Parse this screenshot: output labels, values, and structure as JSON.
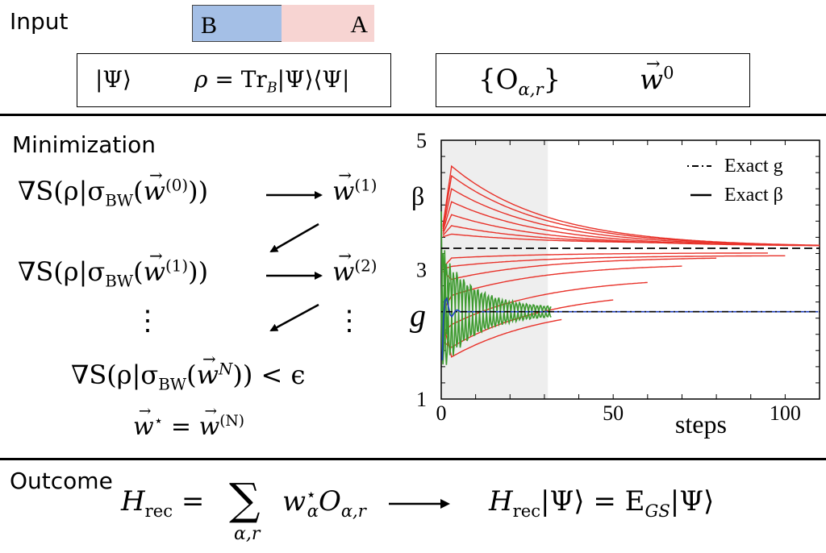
{
  "input": {
    "heading": "Input",
    "partition_b": "B",
    "partition_a": "A",
    "state_psi": "|Ψ⟩",
    "rho_lhs": "ρ",
    "rho_eq": "=",
    "rho_tr": "Tr",
    "rho_tr_sub": "B",
    "rho_rhs": "|Ψ⟩⟨Ψ|",
    "ops_open": "{O",
    "ops_sub": "α,r",
    "ops_close": "}",
    "w0_base": "w",
    "w0_sup": "0"
  },
  "minimization": {
    "heading": "Minimization",
    "row1_lhs": "∇S(ρ|σ",
    "row1_bw": "BW",
    "row1_w": "w",
    "row1_w_sup": "(0)",
    "row1_close": "))",
    "row1_out": "w",
    "row1_out_sup": "(1)",
    "row2_lhs": "∇S(ρ|σ",
    "row2_bw": "BW",
    "row2_w": "w",
    "row2_w_sup": "(1)",
    "row2_close": "))",
    "row2_out": "w",
    "row2_out_sup": "(2)",
    "vdots": "⋮",
    "rowN_lhs": "∇S(ρ|σ",
    "rowN_bw": "BW",
    "rowN_w": "w",
    "rowN_w_sup": "N",
    "rowN_close": ")) < ϵ",
    "final_w": "w",
    "final_star": "⋆",
    "final_eq": "=",
    "final_rhs": "w",
    "final_rhs_sup": "(N)"
  },
  "outcome": {
    "heading": "Outcome",
    "h": "H",
    "h_sub": "rec",
    "eq": "=",
    "sum": "∑",
    "sum_sub": "α,r",
    "term_w": "w",
    "term_sup": "⋆",
    "term_sub": "α",
    "term_o": "O",
    "term_o_sub": "α,r",
    "rhs_h": "H",
    "rhs_h_sub": "rec",
    "rhs_mid": "|Ψ⟩ = E",
    "rhs_e_sub": "GS",
    "rhs_end": "|Ψ⟩"
  },
  "chart_data": {
    "type": "line",
    "xlabel": "steps",
    "ylabel_beta": "β",
    "ylabel_g": "g",
    "xlim": [
      0,
      110
    ],
    "ylim": [
      1,
      5
    ],
    "xticks": [
      0,
      50,
      100
    ],
    "yticks": [
      1,
      3,
      5
    ],
    "shaded_region": [
      0,
      31
    ],
    "exact_beta": 3.33,
    "exact_g": 2.35,
    "legend_g": "Exact g",
    "legend_beta": "Exact β",
    "legend_position": "top-right",
    "colors": {
      "beta": "#e8322a",
      "g_green": "#3c9a2e",
      "g_blue": "#1f3fbf",
      "shade": "#eeeeee",
      "exact": "#000000"
    },
    "beta_curves": [
      {
        "start": 3.5,
        "peak": 4.6,
        "end": 3.35,
        "last": 110
      },
      {
        "start": 3.5,
        "peak": 4.45,
        "end": 3.35,
        "last": 110
      },
      {
        "start": 3.5,
        "peak": 4.25,
        "end": 3.35,
        "last": 93
      },
      {
        "start": 3.5,
        "peak": 4.05,
        "end": 3.35,
        "last": 78
      },
      {
        "start": 3.5,
        "peak": 3.85,
        "end": 3.36,
        "last": 110
      },
      {
        "start": 3.5,
        "peak": 3.68,
        "end": 3.38,
        "last": 72
      },
      {
        "start": 3.5,
        "peak": 3.55,
        "end": 3.4,
        "last": 62
      },
      {
        "start": 3.0,
        "peak": 3.18,
        "end": 3.26,
        "last": 95
      },
      {
        "start": 3.0,
        "peak": 3.05,
        "end": 3.22,
        "last": 100
      },
      {
        "start": 3.0,
        "peak": 2.85,
        "end": 3.2,
        "last": 80
      },
      {
        "start": 2.3,
        "peak": 2.6,
        "end": 3.1,
        "last": 70
      },
      {
        "start": 2.0,
        "peak": 2.15,
        "end": 2.9,
        "last": 60
      },
      {
        "start": 1.9,
        "peak": 1.8,
        "end": 2.7,
        "last": 50
      },
      {
        "start": 2.3,
        "peak": 1.65,
        "end": 2.5,
        "last": 35
      }
    ]
  }
}
